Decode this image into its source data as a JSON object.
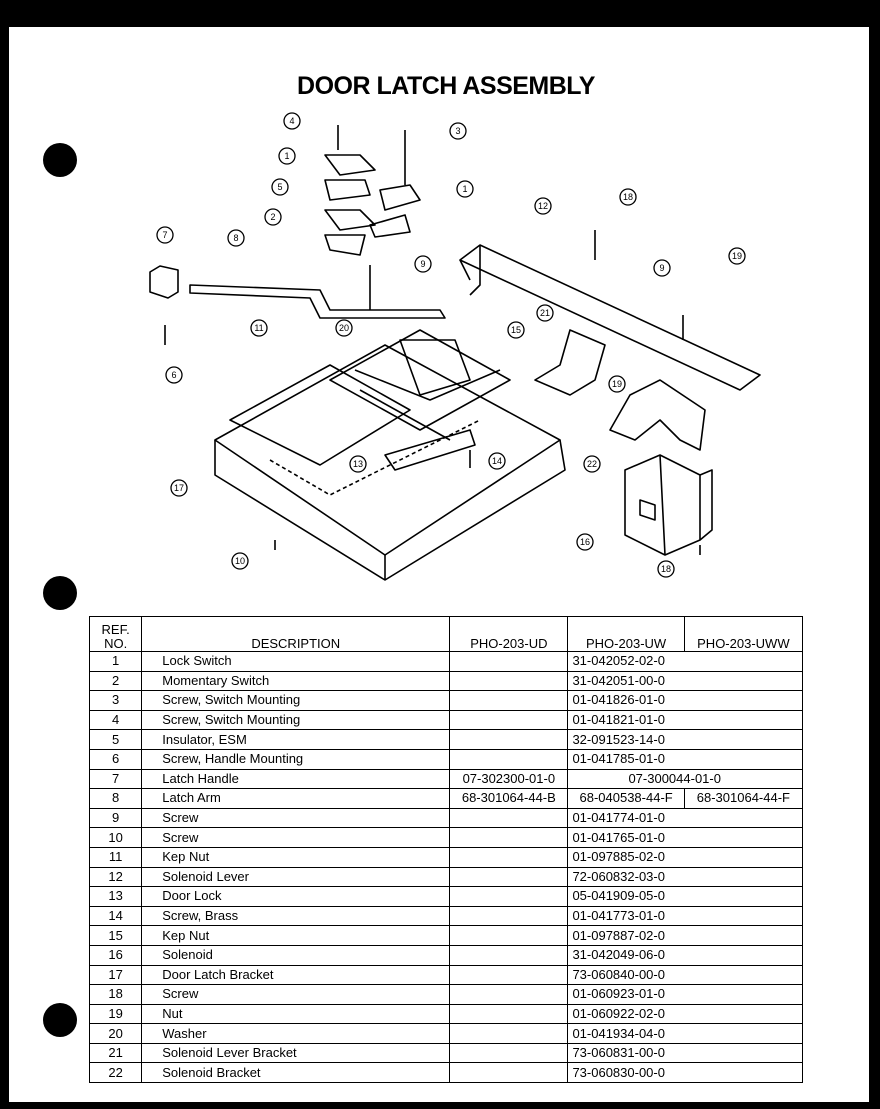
{
  "title": "DOOR LATCH ASSEMBLY",
  "diagram": {
    "callouts": [
      "4",
      "3",
      "1",
      "5",
      "1",
      "2",
      "12",
      "18",
      "7",
      "8",
      "9",
      "9",
      "19",
      "21",
      "11",
      "20",
      "15",
      "6",
      "19",
      "17",
      "13",
      "14",
      "22",
      "16",
      "10",
      "18"
    ]
  },
  "table": {
    "headers": {
      "ref": "REF.\nNO.",
      "description": "DESCRIPTION",
      "model1": "PHO-203-UD",
      "model2": "PHO-203-UW",
      "model3": "PHO-203-UWW"
    },
    "rows": [
      {
        "ref": "1",
        "desc": "Lock Switch",
        "part": "31-042052-02-0"
      },
      {
        "ref": "2",
        "desc": "Momentary Switch",
        "part": "31-042051-00-0"
      },
      {
        "ref": "3",
        "desc": "Screw, Switch Mounting",
        "part": "01-041826-01-0"
      },
      {
        "ref": "4",
        "desc": "Screw, Switch Mounting",
        "part": "01-041821-01-0"
      },
      {
        "ref": "5",
        "desc": "Insulator, ESM",
        "part": "32-091523-14-0"
      },
      {
        "ref": "6",
        "desc": "Screw, Handle Mounting",
        "part": "01-041785-01-0"
      },
      {
        "ref": "7",
        "desc": "Latch Handle",
        "ud": "07-302300-01-0",
        "uw_uww": "07-300044-01-0"
      },
      {
        "ref": "8",
        "desc": "Latch Arm",
        "ud": "68-301064-44-B",
        "uw": "68-040538-44-F",
        "uww": "68-301064-44-F"
      },
      {
        "ref": "9",
        "desc": "Screw",
        "part": "01-041774-01-0"
      },
      {
        "ref": "10",
        "desc": "Screw",
        "part": "01-041765-01-0"
      },
      {
        "ref": "11",
        "desc": "Kep Nut",
        "part": "01-097885-02-0"
      },
      {
        "ref": "12",
        "desc": "Solenoid Lever",
        "part": "72-060832-03-0"
      },
      {
        "ref": "13",
        "desc": "Door Lock",
        "part": "05-041909-05-0"
      },
      {
        "ref": "14",
        "desc": "Screw, Brass",
        "part": "01-041773-01-0"
      },
      {
        "ref": "15",
        "desc": "Kep Nut",
        "part": "01-097887-02-0"
      },
      {
        "ref": "16",
        "desc": "Solenoid",
        "part": "31-042049-06-0"
      },
      {
        "ref": "17",
        "desc": "Door Latch Bracket",
        "part": "73-060840-00-0"
      },
      {
        "ref": "18",
        "desc": "Screw",
        "part": "01-060923-01-0"
      },
      {
        "ref": "19",
        "desc": "Nut",
        "part": "01-060922-02-0"
      },
      {
        "ref": "20",
        "desc": "Washer",
        "part": "01-041934-04-0"
      },
      {
        "ref": "21",
        "desc": "Solenoid Lever Bracket",
        "part": "73-060831-00-0"
      },
      {
        "ref": "22",
        "desc": "Solenoid Bracket",
        "part": "73-060830-00-0"
      }
    ]
  }
}
